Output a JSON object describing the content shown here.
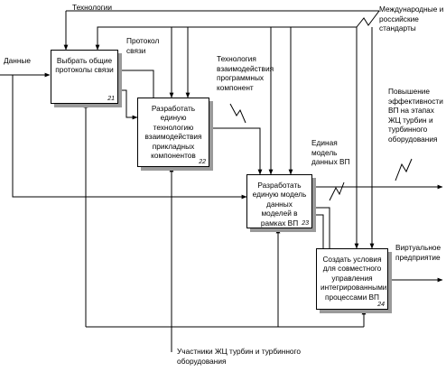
{
  "boxes": [
    {
      "title": "Выбрать общие протоколы связи",
      "num": "21"
    },
    {
      "title": "Разработать единую технологию взаимодействия прикладных компонентов",
      "num": "22"
    },
    {
      "title": "Разработать единую модель данных моделей в рамках ВП",
      "num": "23"
    },
    {
      "title": "Создать условия для совместного управления интегрированными процессами ВП",
      "num": "24"
    }
  ],
  "labels": {
    "technologies": "Технологии",
    "intl_standards": "Международные и российские стандарты",
    "data": "Данные",
    "protocol": "Протокол связи",
    "tech_interaction": "Технология взаимодействия программных компонент",
    "efficiency": "Повышение эффективности ВП на этапах ЖЦ турбин и турбинного оборудования",
    "single_model": "Единая модель данных ВП",
    "virtual_enterprise": "Виртуальное предприятие",
    "participants": "Участники ЖЦ турбин и турбинного оборудования"
  }
}
